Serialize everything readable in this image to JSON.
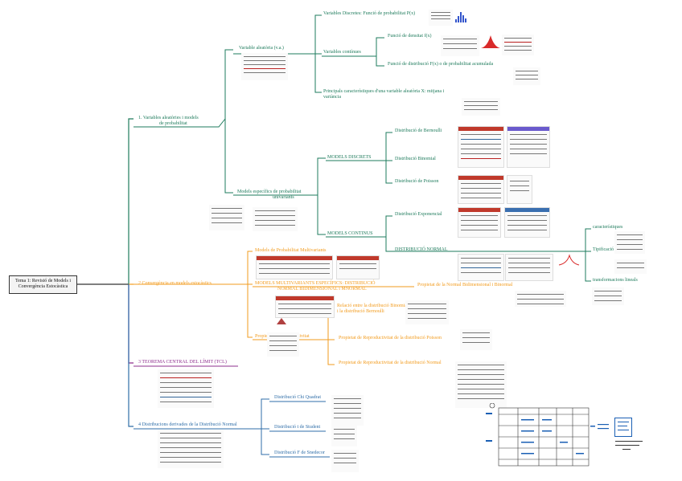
{
  "root": {
    "line1": "Tema 1: Revisió de Models i",
    "line2": "Convergència Estocàstica"
  },
  "branch1": {
    "label_line1": "1. Variables aleatòries i models",
    "label_line2": "de probabilitat",
    "color": "#1e7b5c",
    "va": {
      "label": "Variable aleatòria (v.a.)",
      "discretes": "Variables Discretes: Funció de probabilitat P(x)",
      "continues": "Variables contínues",
      "densitat": "Funció de densitat f(x)",
      "distribucio": "Funció de distribució F(x) o de probabilitat acumulada",
      "caract_line1": "Principals característiques d'una variable aleatòria X: mitjana i",
      "caract_line2": "variància"
    },
    "models": {
      "label_line1": "Models específics de probabilitat",
      "label_line2": "univariants",
      "discrets": "MODELS DISCRETS",
      "bernoulli": "Distribució de Bernoulli",
      "binomial": "Distribució Binomial",
      "poisson": "Distribució de Poisson",
      "continus": "MODELS CONTINUS",
      "exponencial": "Distribució Exponencial",
      "normal": "DISTRIBUCIÓ NORMAL",
      "caracteristiques": "característiques",
      "tipificacio": "Tipificació",
      "transformacions": "transformacions lineals"
    }
  },
  "branch2": {
    "label": "2 Convergència en models estocàstics",
    "color": "#f29b1d",
    "multivariant": "Models de Probabilitat Multivariants",
    "especifics_line1": "MODELS MULTIVARIANTS ESPECÍFICS: DISTRIBUCIÓ",
    "especifics_line2": "NORMAL BIDIMENSIONAL  i MNORMAL",
    "propietat_normal": "Propietat de la Normal Bidimensional i Binormal",
    "relacio_line1": "Relació entre la distribució Binomial",
    "relacio_line2": "i la distribució Bernoulli",
    "reproductivitat": "Propietat de Reproductivitat",
    "repro_poisson": "Propietat de Reproductivitat de la distribució Poisson",
    "repro_normal": "Propietat de Reproductivitat de la distribució Normal"
  },
  "branch3": {
    "label": "3 TEOREMA CENTRAL DEL LÍMIT (TCL)",
    "color": "#8e2f8e"
  },
  "branch4": {
    "label": "4 Distribucions derivades de la Distribució Normal",
    "color": "#2f6ea8",
    "chi": "Distribució Chi Quadrat",
    "student": "Distribució t de Student",
    "fisher": "Distribució F de Snedecor"
  },
  "colors": {
    "root_line": "#333333",
    "header_red": "#c0392b",
    "blue_ink": "#1a5fb4"
  }
}
